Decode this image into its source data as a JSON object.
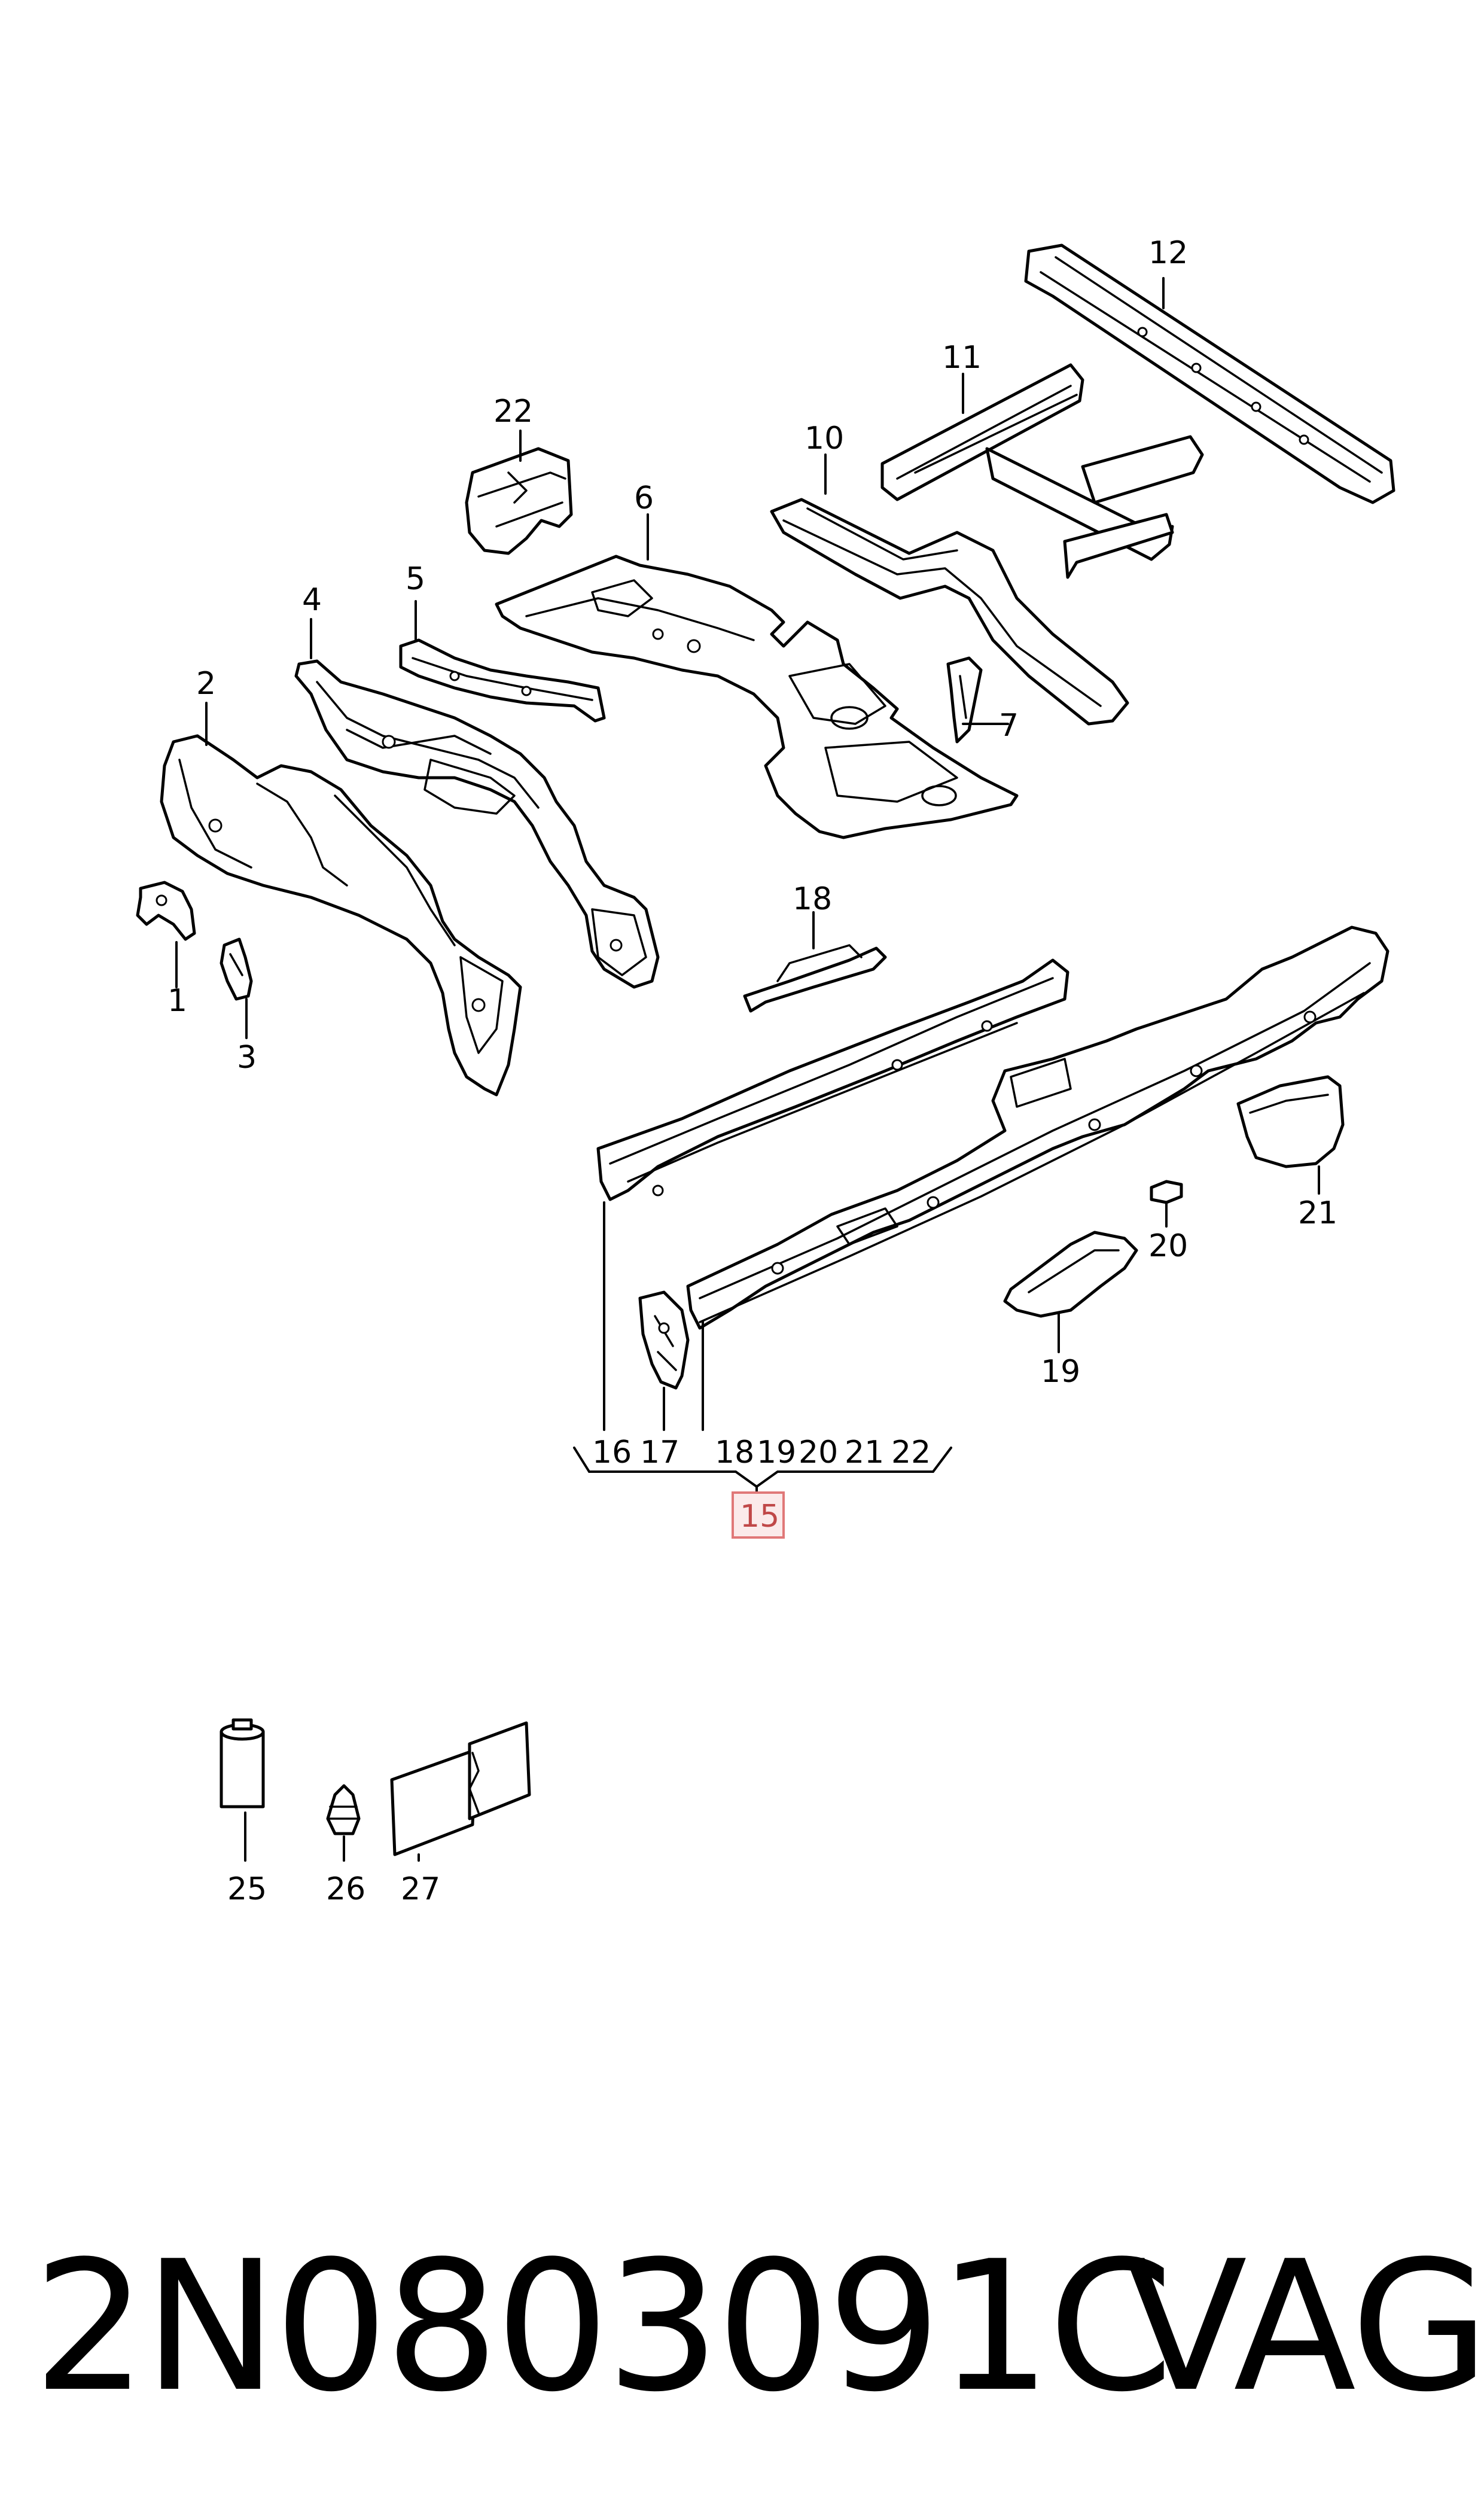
{
  "callouts": {
    "c1": "1",
    "c2": "2",
    "c3": "3",
    "c4": "4",
    "c5": "5",
    "c6": "6",
    "c7": "7",
    "c10": "10",
    "c11": "11",
    "c12": "12",
    "c18_top": "18",
    "c19": "19",
    "c20": "20",
    "c21": "21",
    "c22": "22",
    "c25": "25",
    "c26": "26",
    "c27": "27"
  },
  "group": {
    "label": "15",
    "members": [
      "16",
      "17",
      "18",
      "19",
      "20",
      "21",
      "22"
    ]
  },
  "colors": {
    "line": "#000000",
    "group_highlight": "#e07878",
    "group_text": "#c04848"
  },
  "footer": {
    "part_number": "2N0803091C",
    "brand": "VAG"
  }
}
